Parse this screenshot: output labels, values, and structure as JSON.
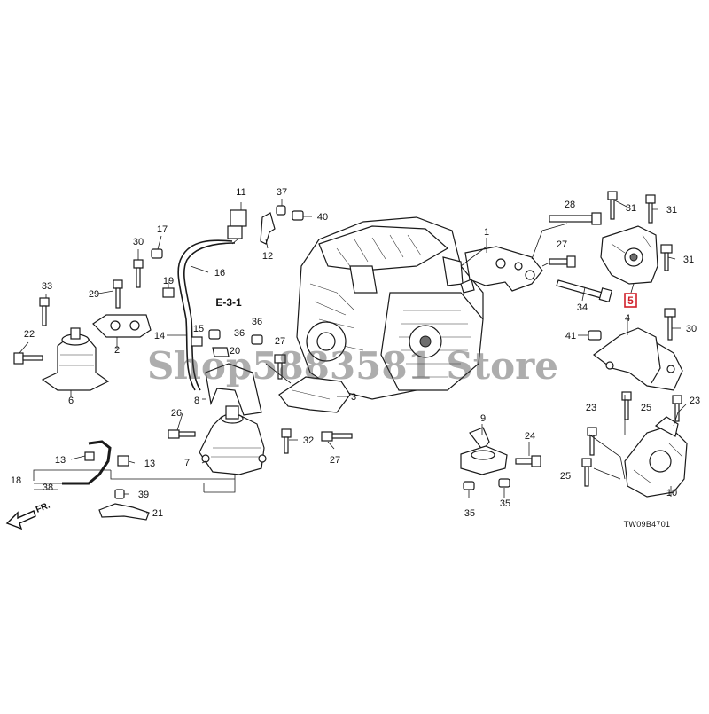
{
  "diagram": {
    "callouts": {
      "c1": "1",
      "c2": "2",
      "c3": "3",
      "c4": "4",
      "c5": "5",
      "c6": "6",
      "c7": "7",
      "c8": "8",
      "c9": "9",
      "c10": "10",
      "c11": "11",
      "c12": "12",
      "c13a": "13",
      "c13b": "13",
      "c14": "14",
      "c15": "15",
      "c16": "16",
      "c17": "17",
      "c18": "18",
      "c19": "19",
      "c20": "20",
      "c21": "21",
      "c22": "22",
      "c23a": "23",
      "c23b": "23",
      "c24": "24",
      "c25a": "25",
      "c25b": "25",
      "c26": "26",
      "c27a": "27",
      "c27b": "27",
      "c27c": "27",
      "c28": "28",
      "c29": "29",
      "c30a": "30",
      "c30b": "30",
      "c31a": "31",
      "c31b": "31",
      "c31c": "31",
      "c32": "32",
      "c33": "33",
      "c34": "34",
      "c35a": "35",
      "c35b": "35",
      "c36a": "36",
      "c36b": "36",
      "c37": "37",
      "c38": "38",
      "c39": "39",
      "c40": "40",
      "c41": "41"
    },
    "reference": "E-3-1",
    "direction_label": "FR.",
    "drawing_code": "TW09B4701",
    "watermark": "Shop5883581 Store",
    "highlight_color": "#d0202a"
  }
}
